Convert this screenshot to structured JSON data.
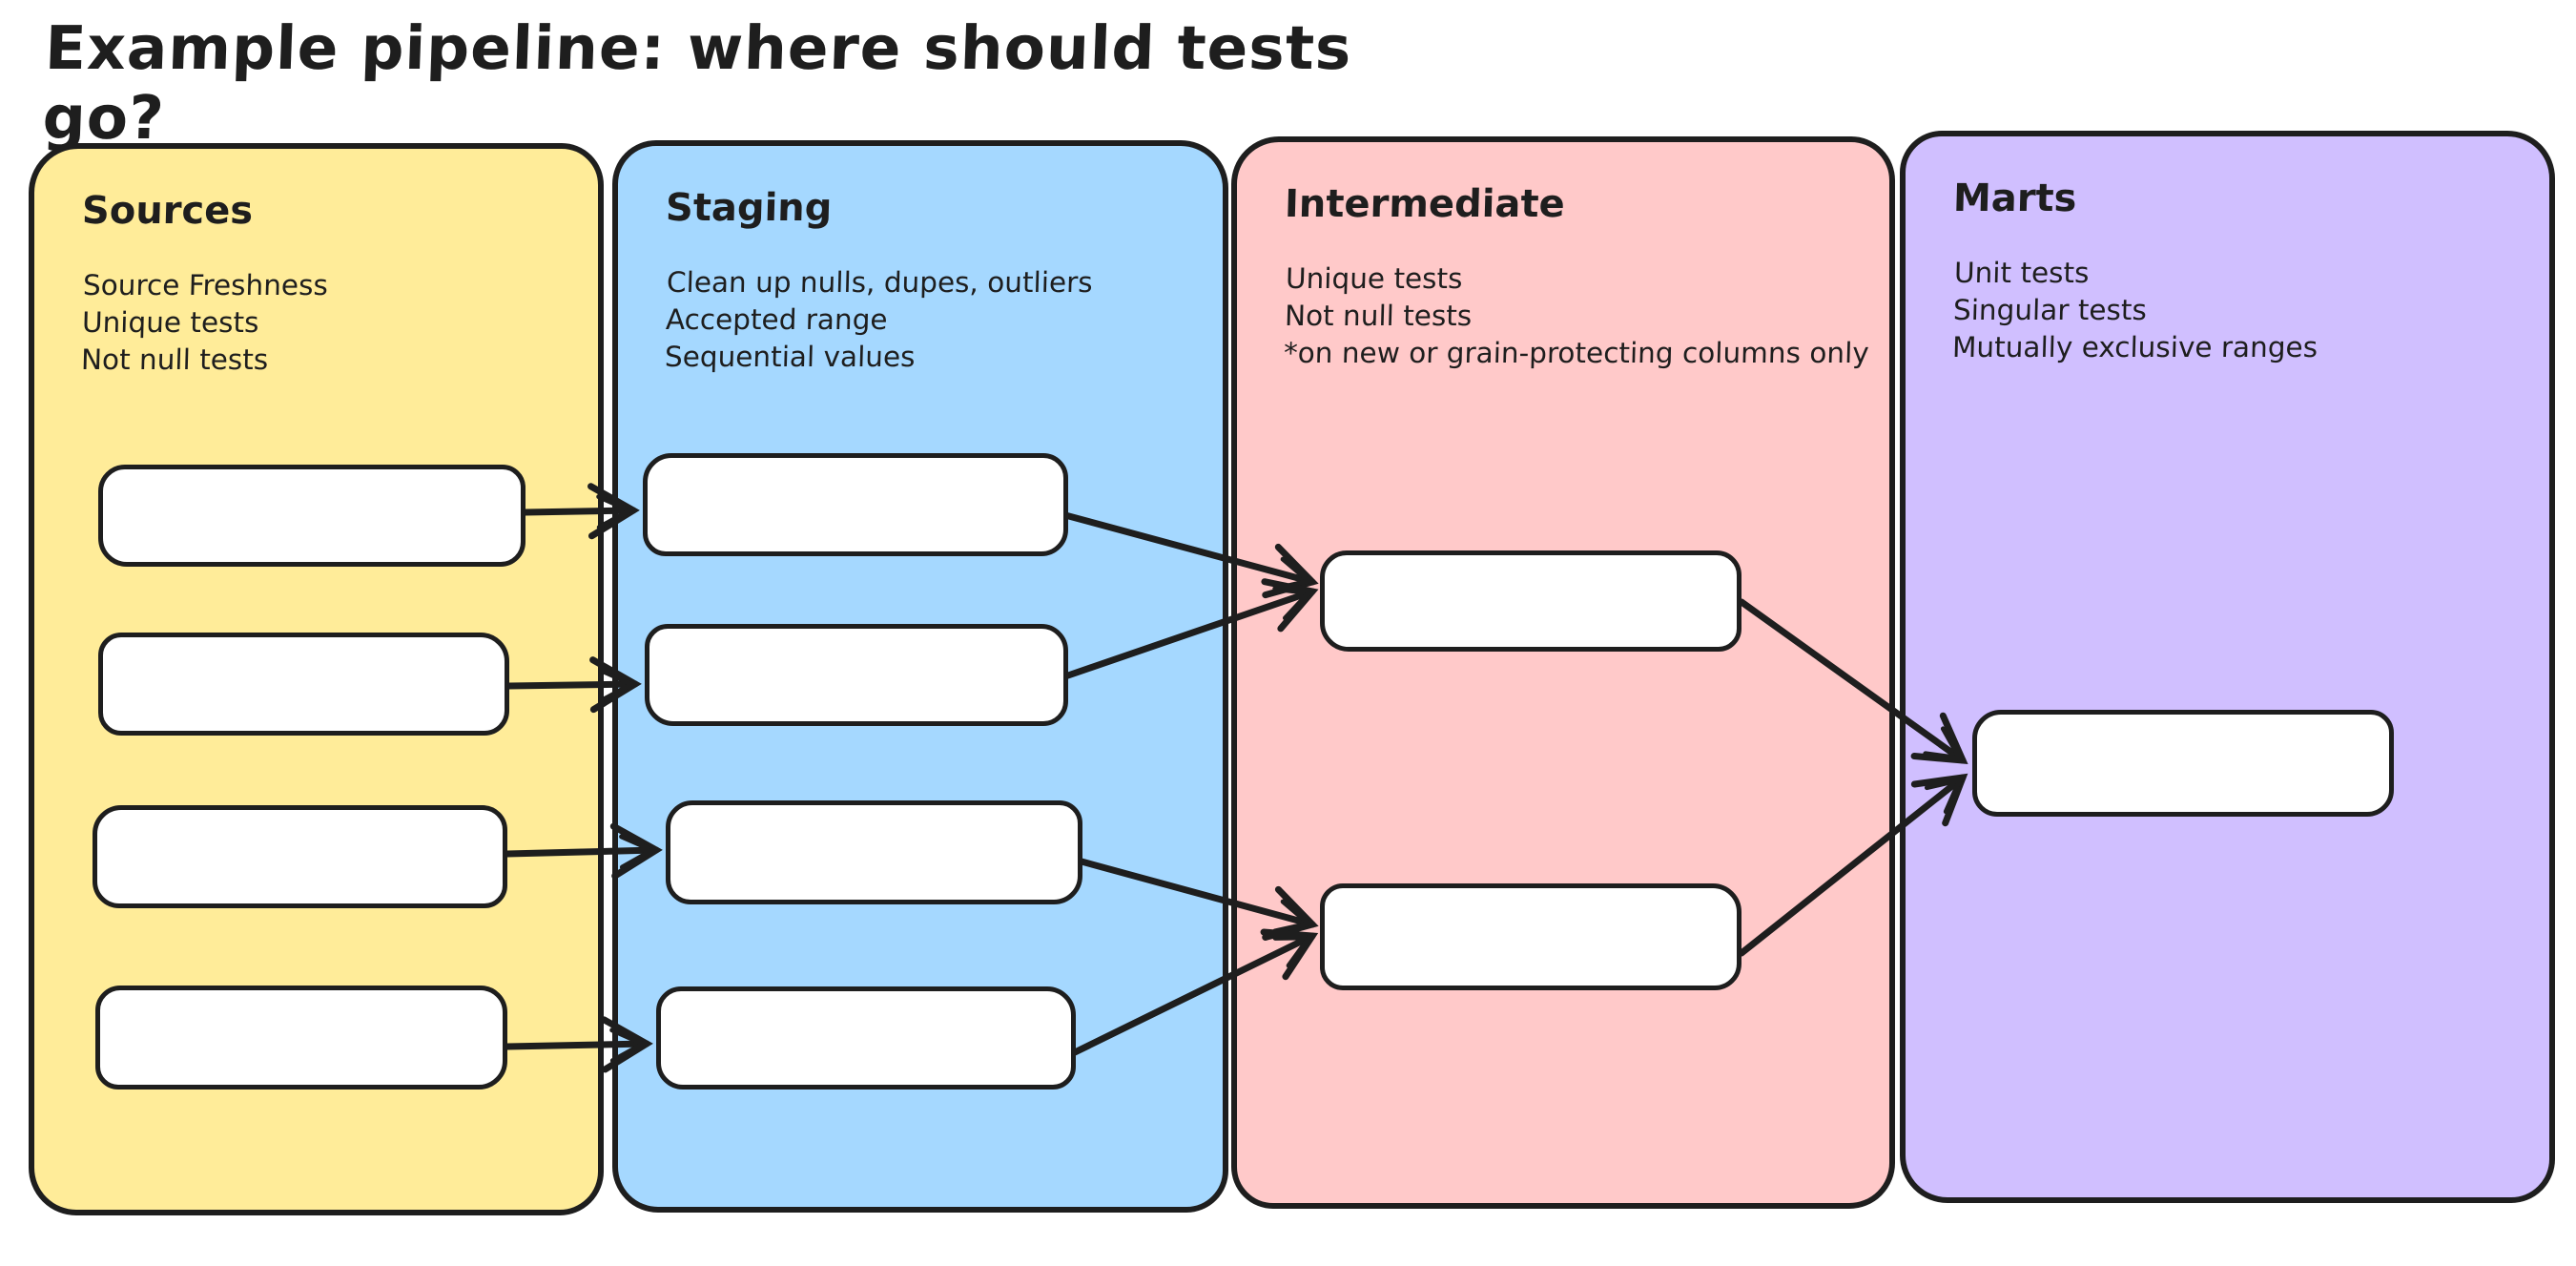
{
  "title": "Example pipeline: where should tests go?",
  "colors": {
    "background": "#ffffff",
    "stroke": "#1e1e1e",
    "node_fill": "#ffffff",
    "sources_fill": "#ffec99",
    "staging_fill": "#a5d8ff",
    "intermediate_fill": "#ffc9c9",
    "marts_fill": "#d0bfff"
  },
  "columns": [
    {
      "id": "sources",
      "label": "Sources",
      "color": "#ffec99",
      "notes": [
        "Source Freshness",
        "Unique tests",
        "Not null tests"
      ],
      "node_count": 4
    },
    {
      "id": "staging",
      "label": "Staging",
      "color": "#a5d8ff",
      "notes": [
        "Clean up nulls, dupes, outliers",
        "Accepted range",
        "Sequential values"
      ],
      "node_count": 4
    },
    {
      "id": "intermediate",
      "label": "Intermediate",
      "color": "#ffc9c9",
      "notes": [
        "Unique tests",
        "Not null tests",
        "*on new or grain-protecting columns only"
      ],
      "node_count": 2
    },
    {
      "id": "marts",
      "label": "Marts",
      "color": "#d0bfff",
      "notes": [
        "Unit tests",
        "Singular tests",
        "Mutually exclusive ranges"
      ],
      "node_count": 1
    }
  ],
  "edges": [
    {
      "from": "sources-1",
      "to": "staging-1"
    },
    {
      "from": "sources-2",
      "to": "staging-2"
    },
    {
      "from": "sources-3",
      "to": "staging-3"
    },
    {
      "from": "sources-4",
      "to": "staging-4"
    },
    {
      "from": "staging-1",
      "to": "intermediate-1"
    },
    {
      "from": "staging-2",
      "to": "intermediate-1"
    },
    {
      "from": "staging-3",
      "to": "intermediate-2"
    },
    {
      "from": "staging-4",
      "to": "intermediate-2"
    },
    {
      "from": "intermediate-1",
      "to": "marts-1"
    },
    {
      "from": "intermediate-2",
      "to": "marts-1"
    }
  ]
}
